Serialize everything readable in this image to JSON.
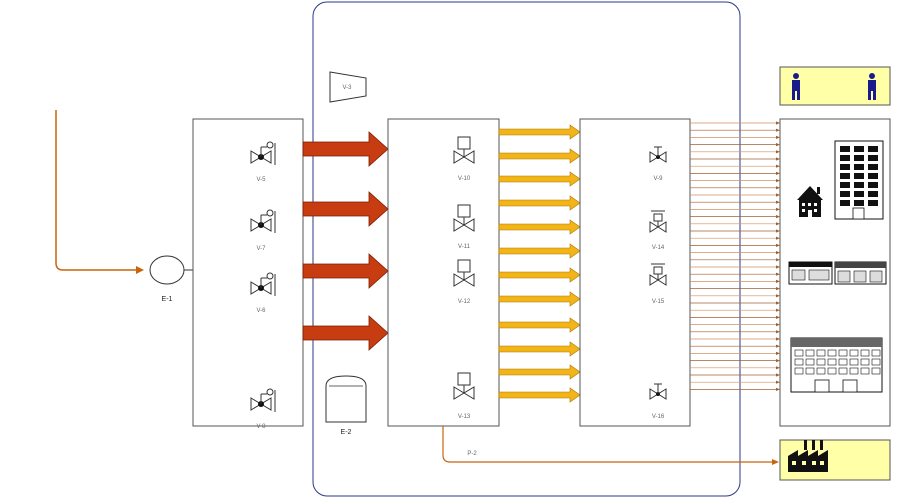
{
  "colors": {
    "pipe": "#c8640a",
    "big_arrow": "#c83c12",
    "big_arrow_edge": "#7a1c00",
    "small_arrow": "#f2b418",
    "small_arrow_edge": "#b07800",
    "enclosure": "#2a3a8c",
    "highlight_box": "#ffffa8",
    "person": "#1a1a8c"
  },
  "labels": {
    "e1": "E-1",
    "e2": "E-2",
    "v3": "V-3",
    "p2": "P-2",
    "v5": "V-5",
    "v7": "V-7",
    "v6": "V-6",
    "v8": "V-8",
    "v10": "V-10",
    "v11": "V-11",
    "v12": "V-12",
    "v13": "V-13",
    "v9": "V-9",
    "v14": "V-14",
    "v15": "V-15",
    "v16": "V-16"
  },
  "icons": {
    "person": "person-icon",
    "house": "house-icon",
    "office": "office-building-icon",
    "shop": "shop-icon",
    "apartment": "apartment-building-icon",
    "factory": "factory-icon"
  }
}
